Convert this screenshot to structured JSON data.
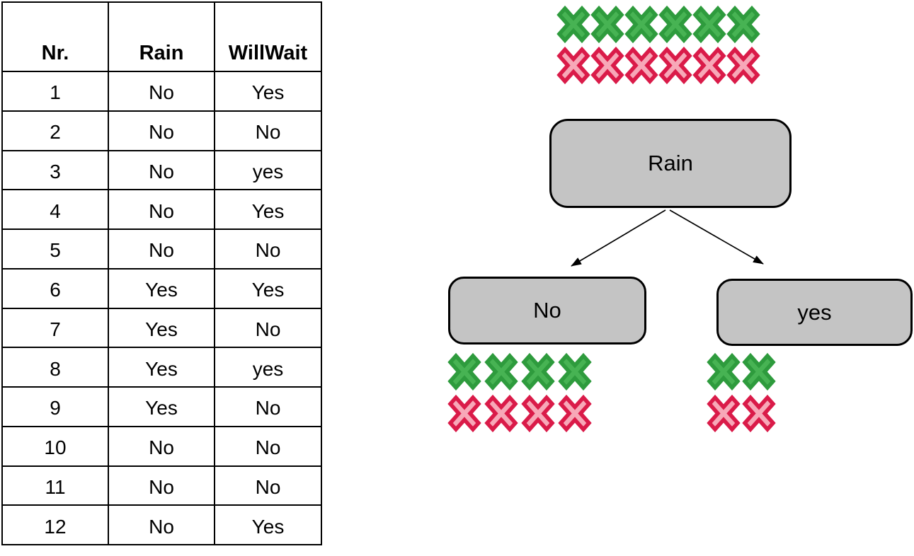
{
  "table": {
    "headers": [
      "Nr.",
      "Rain",
      "WillWait"
    ],
    "rows": [
      [
        "1",
        "No",
        "Yes"
      ],
      [
        "2",
        "No",
        "No"
      ],
      [
        "3",
        "No",
        "yes"
      ],
      [
        "4",
        "No",
        "Yes"
      ],
      [
        "5",
        "No",
        "No"
      ],
      [
        "6",
        "Yes",
        "Yes"
      ],
      [
        "7",
        "Yes",
        "No"
      ],
      [
        "8",
        "Yes",
        "yes"
      ],
      [
        "9",
        "Yes",
        "No"
      ],
      [
        "10",
        "No",
        "No"
      ],
      [
        "11",
        "No",
        "No"
      ],
      [
        "12",
        "No",
        "Yes"
      ]
    ]
  },
  "tree": {
    "root": {
      "label": "Rain",
      "positive_marks": 6,
      "negative_marks": 6
    },
    "left_child": {
      "label": "No",
      "positive_marks": 4,
      "negative_marks": 4
    },
    "right_child": {
      "label": "yes",
      "positive_marks": 2,
      "negative_marks": 2
    }
  },
  "icons": {
    "positive": "green-cross-icon",
    "negative": "red-cross-icon"
  },
  "colors": {
    "positive_outline": "#2e9b3d",
    "positive_fill": "#47b353",
    "negative_outline": "#da1b49",
    "negative_fill": "#f7a8b8",
    "node_fill": "#c4c4c4",
    "node_border": "#000000",
    "arrow": "#000000",
    "table_border": "#000000"
  }
}
